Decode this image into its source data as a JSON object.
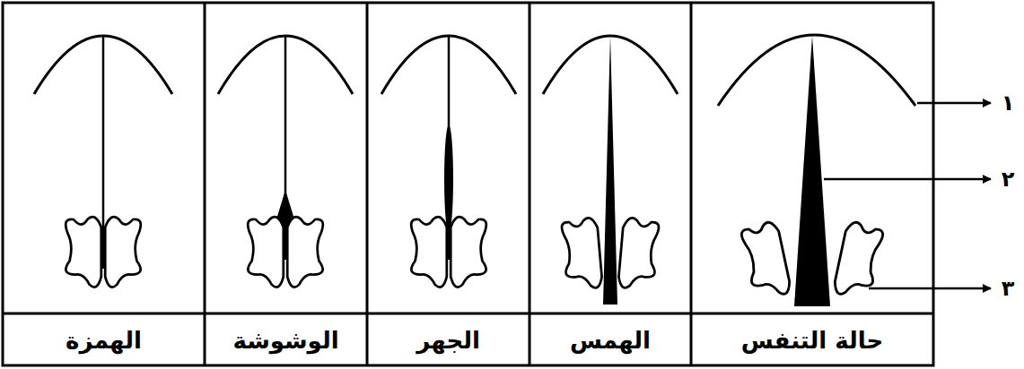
{
  "diagram": {
    "labels": [
      "١",
      "٢",
      "٣",
      "حالة التنفس",
      "الهمس",
      "الجهر",
      "الوشوشة",
      "الهمزة"
    ]
  }
}
